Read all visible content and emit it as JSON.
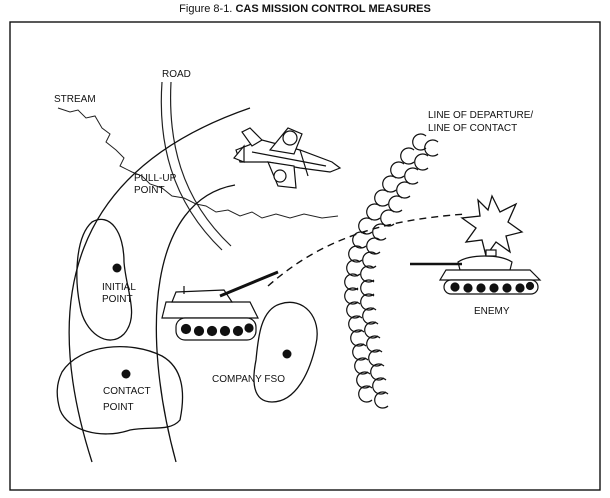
{
  "figure": {
    "number": "Figure 8-1.",
    "title": "CAS MISSION CONTROL MEASURES"
  },
  "labels": {
    "road": "ROAD",
    "stream": "STREAM",
    "pull_up_1": "PULL-UP",
    "pull_up_2": "POINT",
    "initial_1": "INITIAL",
    "initial_2": "POINT",
    "contact_1": "CONTACT",
    "contact_2": "POINT",
    "company_fso": "COMPANY FSO",
    "lod_1": "LINE OF DEPARTURE/",
    "lod_2": "LINE OF CONTACT",
    "enemy": "ENEMY"
  }
}
